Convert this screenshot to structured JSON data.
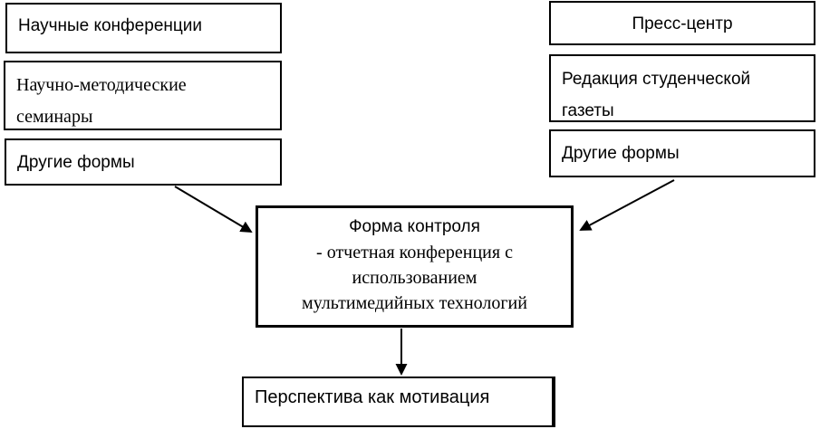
{
  "diagram": {
    "left_column": [
      "Научные конференции",
      "Научно-методические семинары",
      "Другие формы"
    ],
    "right_column": [
      "Пресс-центр",
      "Редакция студенческой газеты",
      "Другие формы"
    ],
    "center": {
      "title": "Форма контроля",
      "lines": [
        "- отчетная конференция с",
        "использованием",
        "мультимедийных технологий"
      ]
    },
    "bottom": "Перспектива как мотивация",
    "connections": [
      {
        "from": "Другие формы (левый столбец)",
        "to": "Форма контроля"
      },
      {
        "from": "Другие формы (правый столбец)",
        "to": "Форма контроля"
      },
      {
        "from": "Форма контроля",
        "to": "Перспектива как мотивация"
      }
    ]
  },
  "colors": {
    "background": "#ffffff",
    "border": "#000000",
    "text": "#000000"
  }
}
